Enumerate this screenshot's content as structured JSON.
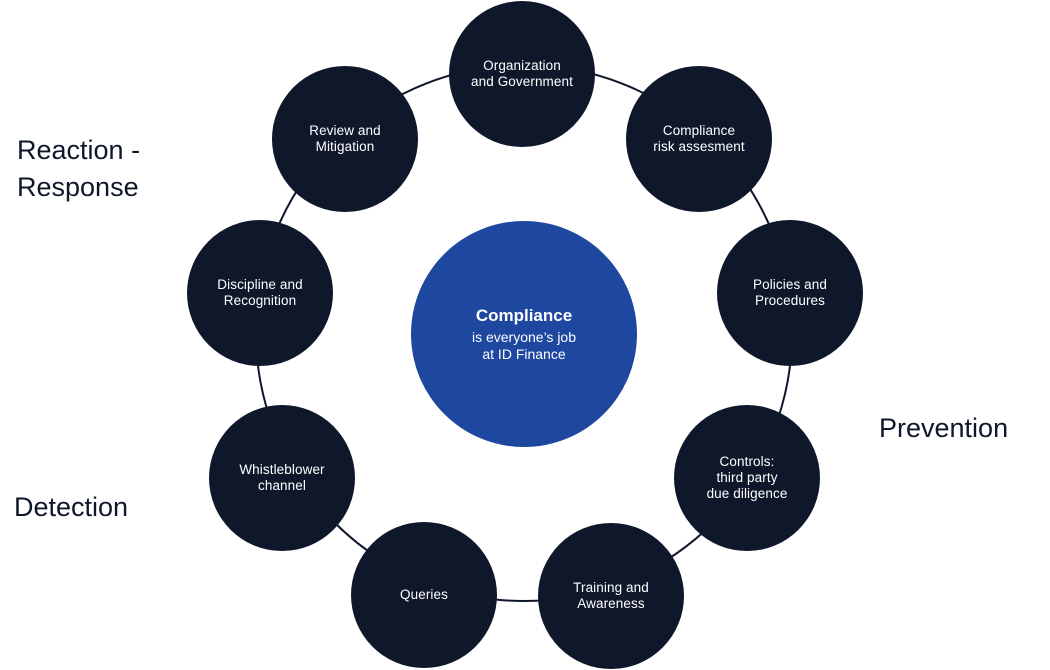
{
  "center": {
    "title": "Compliance",
    "subtitle": "is everyone’s job\nat ID Finance",
    "color": "#1e47a0"
  },
  "nodes": [
    {
      "label": "Organization\nand Government"
    },
    {
      "label": "Compliance\nrisk assesment"
    },
    {
      "label": "Policies and\nProcedures"
    },
    {
      "label": "Controls:\nthird party\ndue diligence"
    },
    {
      "label": "Training and\nAwareness"
    },
    {
      "label": "Queries"
    },
    {
      "label": "Whistleblower\nchannel"
    },
    {
      "label": "Discipline and\nRecognition"
    },
    {
      "label": "Review and\nMitigation"
    }
  ],
  "phases": {
    "reaction": "Reaction -\nResponse",
    "prevention": "Prevention",
    "detection": "Detection"
  },
  "colors": {
    "node_fill": "#0f172b",
    "ring_line": "#0f172b",
    "text_dark": "#0f172b"
  }
}
